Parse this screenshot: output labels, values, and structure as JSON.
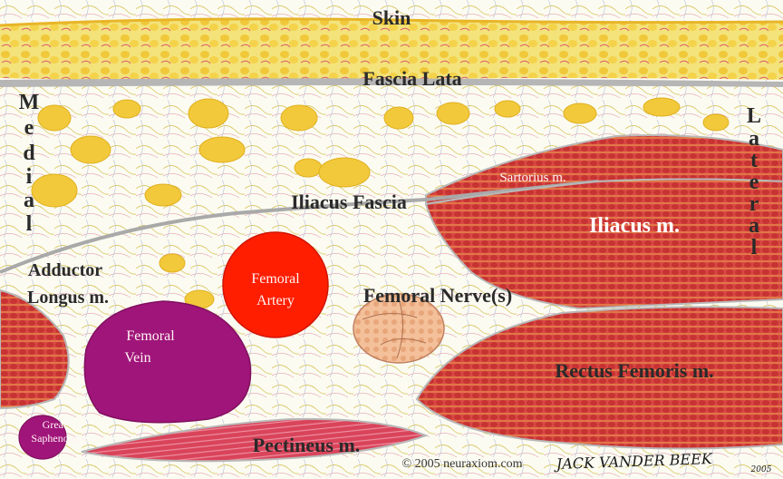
{
  "labels": {
    "skin": "Skin",
    "fascia_lata": "Fascia Lata",
    "medial_letters": [
      "M",
      "e",
      "d",
      "i",
      "a",
      "l"
    ],
    "lateral_letters": [
      "L",
      "a",
      "t",
      "e",
      "r",
      "a",
      "l"
    ],
    "sartorius": "Sartorius m.",
    "iliacus_fascia": "Iliacus Fascia",
    "iliacus": "Iliacus m.",
    "adductor_line1": "Adductor",
    "adductor_line2": "Longus m.",
    "femoral_artery_line1": "Femoral",
    "femoral_artery_line2": "Artery",
    "femoral_nerve": "Femoral Nerve(s)",
    "femoral_vein_line1": "Femoral",
    "femoral_vein_line2": "Vein",
    "rectus_femoris": "Rectus Femoris m.",
    "great_saphenous_line1": "Great",
    "great_saphenous_line2": "Saphenous v.",
    "pectineus": "Pectineus m."
  },
  "footer": {
    "copyright": "© 2005 neuraxiom.com",
    "signature": "JACK VANDER BEEK",
    "signature_year": "2005"
  },
  "colors": {
    "skin_yellow": "#f2dc3c",
    "fat_yellow": "#f5d447",
    "muscle_red": "#cf3b3b",
    "artery_red": "#ff1e00",
    "vein_purple": "#a0157a",
    "fascia_gray": "#b0b0b0"
  }
}
